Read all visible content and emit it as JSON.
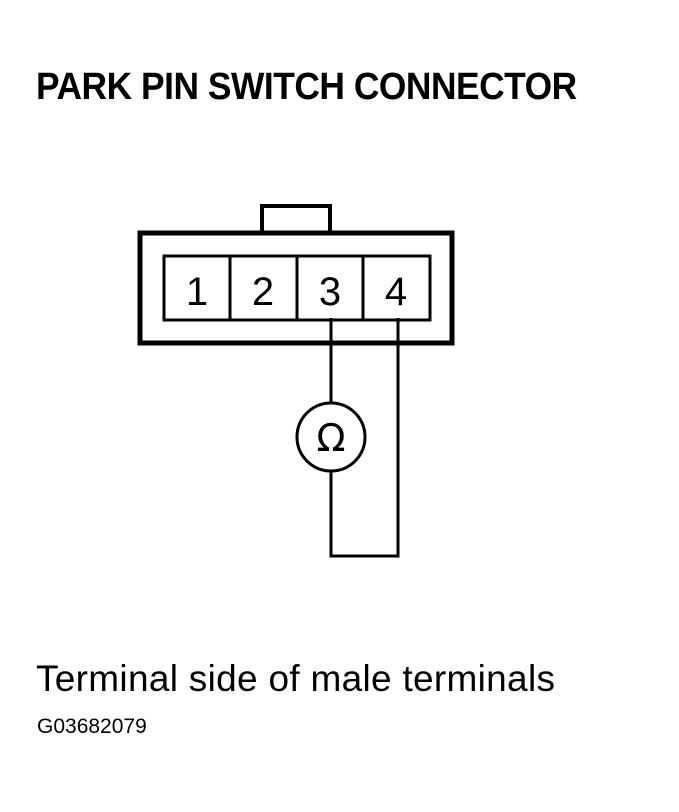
{
  "title": "PARK PIN SWITCH CONNECTOR",
  "connector": {
    "pins": [
      "1",
      "2",
      "3",
      "4"
    ],
    "meter_symbol": "Ω"
  },
  "caption": "Terminal side of male terminals",
  "figure_code": "G03682079",
  "colors": {
    "line": "#000000",
    "background": "#ffffff"
  }
}
